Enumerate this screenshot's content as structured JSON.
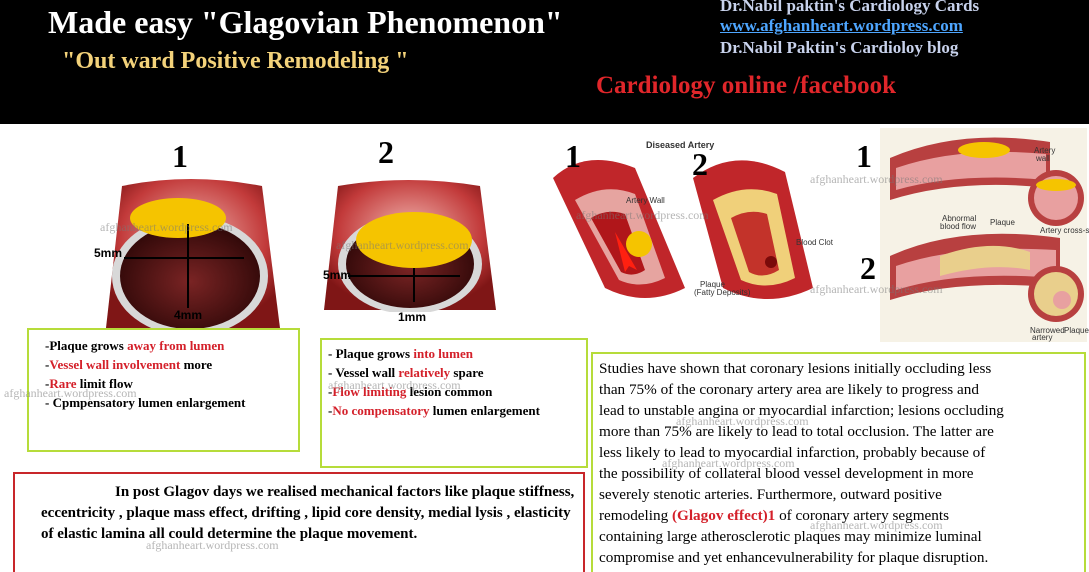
{
  "header": {
    "title": "Made easy \"Glagovian Phenomenon\"",
    "subtitle": "\"Out ward  Positive Remodeling \"",
    "brand_line1": "Dr.Nabil paktin's Cardiology Cards",
    "brand_link": "www.afghanheart.wordpress.com",
    "brand_line2": "Dr.Nabil Paktin's Cardioloy blog",
    "facebook": "Cardiology online /facebook"
  },
  "diagram1": {
    "number": "1",
    "vertical_dim": "5mm",
    "horizontal_dim": "4mm"
  },
  "diagram2": {
    "number": "2",
    "vertical_dim": "5mm",
    "horizontal_dim": "1mm"
  },
  "artery_photo": {
    "num1": "1",
    "num2": "2",
    "heading": "Diseased Artery",
    "label_wall": "Artery Wall",
    "label_clot": "Blood Clot",
    "label_plaque_1": "Plaque",
    "label_plaque_2": "(Fatty Deposits)"
  },
  "remodel_photo": {
    "num1": "1",
    "num2": "2",
    "label_artery_wall_1": "Artery",
    "label_artery_wall_2": "wall",
    "label_cross_section": "Artery cross-section",
    "label_abnormal_1": "Abnormal",
    "label_abnormal_2": "blood flow",
    "label_plaque": "Plaque",
    "label_narrowed_1": "Narrowed",
    "label_narrowed_2": "artery",
    "label_plaque2": "Plaque"
  },
  "box1": {
    "l1_pre": "-Plaque grows ",
    "l1_red": "away from lumen",
    "l2_pre": "-",
    "l2_red": "Vessel wall involvement",
    "l2_post": " more",
    "l3_pre": "-",
    "l3_red": "Rare",
    "l3_post": " limit flow",
    "l4": "- Cpmpensatory lumen enlargement"
  },
  "box2": {
    "l1_pre": "- Plaque grows ",
    "l1_red": "into lumen",
    "l2_pre": "- Vessel wall ",
    "l2_red": "relatively",
    "l2_post": " spare",
    "l3_pre": "-",
    "l3_red": "Flow limiting",
    "l3_post": " lesion common",
    "l4_pre": "-",
    "l4_red": "No compensatory",
    "l4_post": " lumen enlargement"
  },
  "glagov_box": {
    "text": "In  post Glagov days we realised  mechanical factors like plaque stiffness, eccentricity , plaque mass effect, drifting , lipid core density, medial lysis , elasticity of elastic lamina all could determine the   plaque  movement."
  },
  "studies": {
    "l1": "Studies have shown that coronary lesions initially occluding less",
    "l2": "than 75% of the coronary artery area are likely to progress and",
    "l3": "lead to unstable angina or myocardial infarction; lesions occluding",
    "l4": "more than 75% are likely to lead to total occlusion. The latter are",
    "l5": "less likely to lead to myocardial infarction, probably because of",
    "l6": "the possibility of collateral blood vessel development in more",
    "l7": "severely stenotic arteries. Furthermore, outward positive",
    "l8_pre": "remodeling ",
    "l8_red": "(Glagov effect)1",
    "l8_post": " of coronary artery segments",
    "l9": "containing large atherosclerotic plaques may minimize luminal",
    "l10": "compromise and yet enhancevulnerability for plaque disruption."
  },
  "watermark": "afghanheart.wordpress.com",
  "colors": {
    "header_bg": "#000000",
    "title": "#ffffff",
    "subtitle": "#f3d27a",
    "facebook": "#e0262a",
    "link": "#4ea6ff",
    "red_text": "#d4202a",
    "green_border": "#b6dc3a",
    "red_border": "#c8262a",
    "plaque": "#f5c400"
  }
}
